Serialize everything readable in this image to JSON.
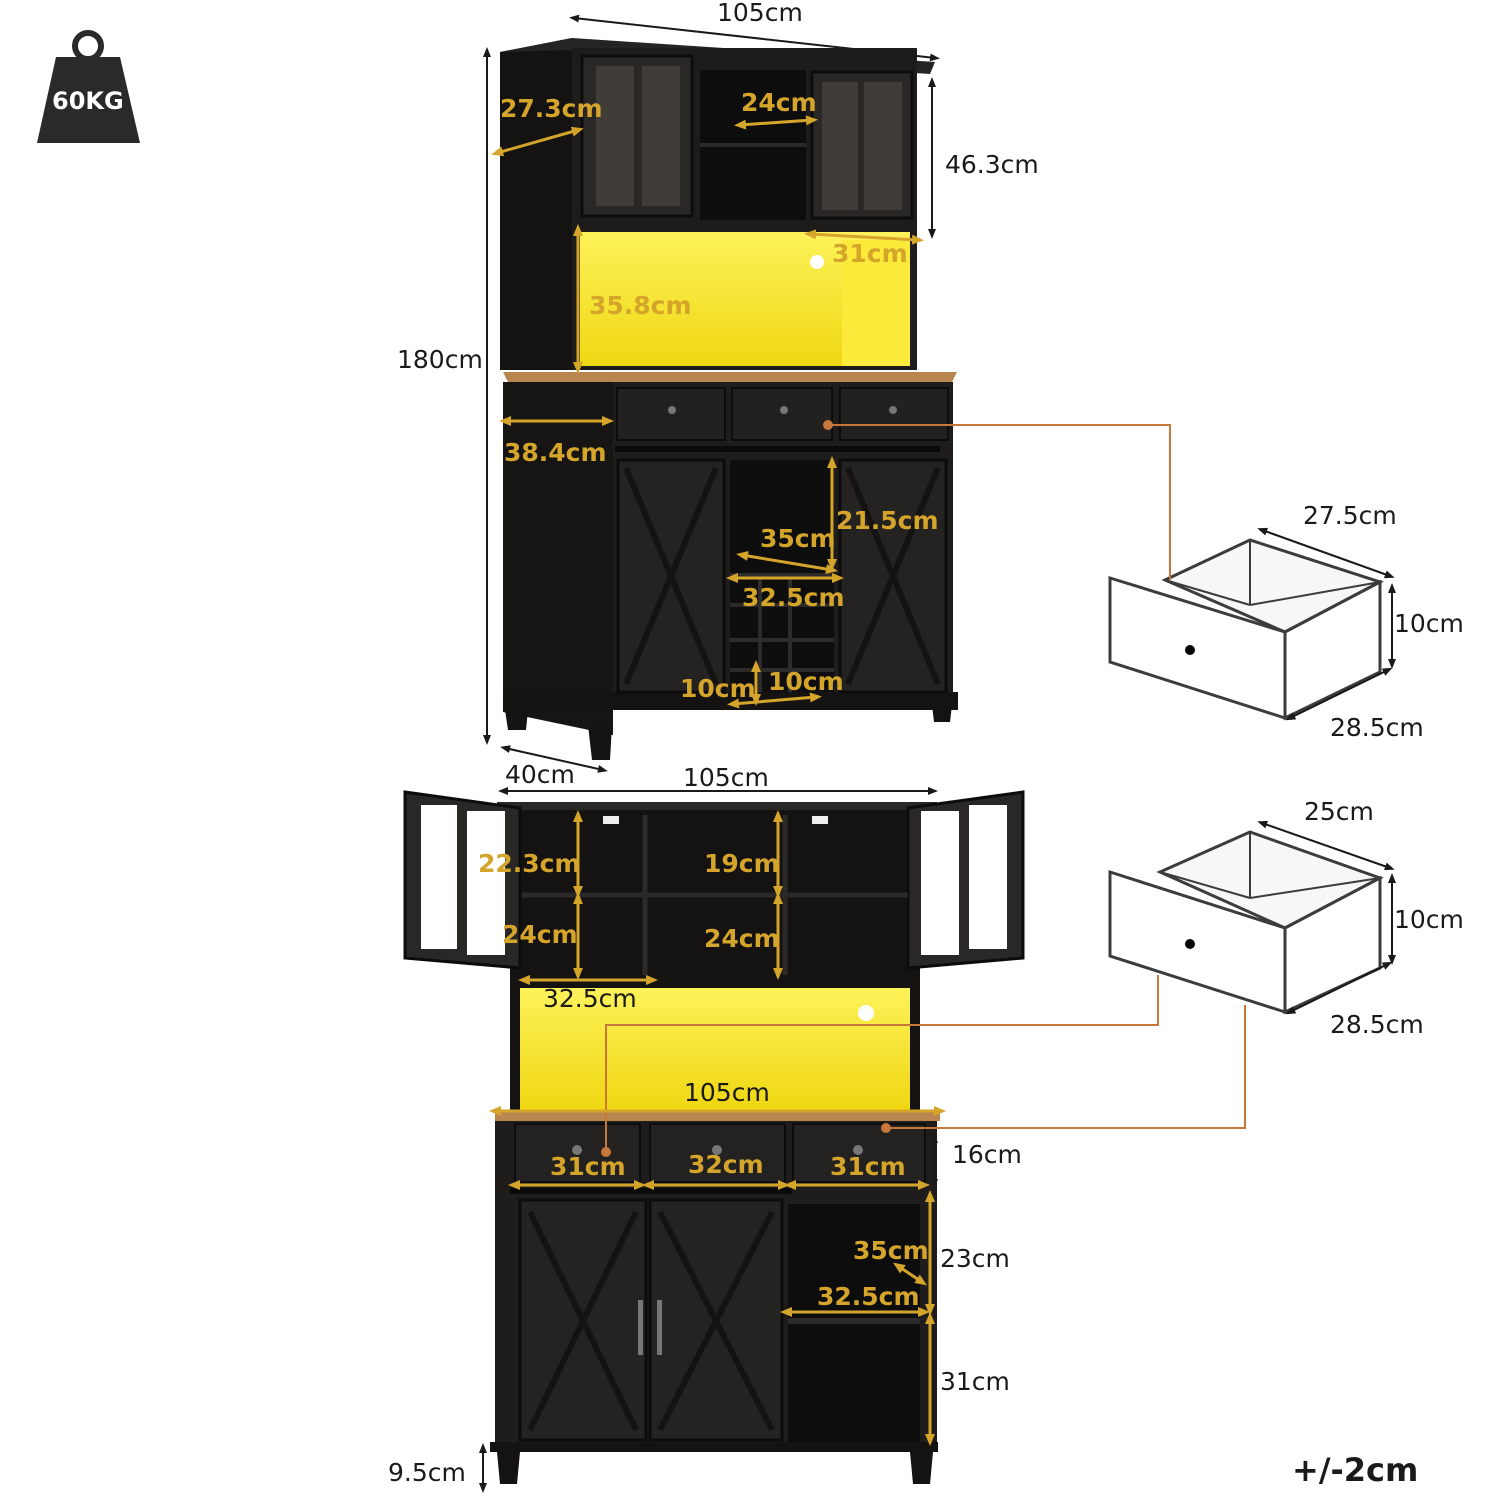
{
  "weight": {
    "label": "60KG"
  },
  "tolerance": "+/-2cm",
  "colors": {
    "cabinet": "#1b1a19",
    "accent": "#d4a52a",
    "led": "#f7e520",
    "wood": "#b8864e",
    "pointer": "#c8773a"
  },
  "top_view": {
    "width": "105cm",
    "height": "180cm",
    "depth": "40cm",
    "hutch_depth": "27.3cm",
    "hutch_height": "46.3cm",
    "center_compartment": "24cm",
    "shelf_depth": "31cm",
    "led_height": "35.8cm",
    "base_depth": "38.4cm",
    "wine_height": "21.5cm",
    "wine_depth": "35cm",
    "wine_width": "32.5cm",
    "cubby_w": "10cm",
    "cubby_h": "10cm"
  },
  "front_view": {
    "width_top": "105cm",
    "hutch_upper": "22.3cm",
    "hutch_center_upper": "19cm",
    "hutch_lower": "24cm",
    "hutch_center_lower": "24cm",
    "hutch_compartment": "32.5cm",
    "counter_width": "105cm",
    "drawer_left": "31cm",
    "drawer_center": "32cm",
    "drawer_right": "31cm",
    "drawer_height": "16cm",
    "open_depth": "35cm",
    "open_width": "32.5cm",
    "open_upper": "23cm",
    "open_lower": "31cm",
    "leg_height": "9.5cm"
  },
  "drawer_small": {
    "width": "27.5cm",
    "height": "10cm",
    "depth": "28.5cm"
  },
  "drawer_large": {
    "width": "25cm",
    "height": "10cm",
    "depth": "28.5cm"
  }
}
